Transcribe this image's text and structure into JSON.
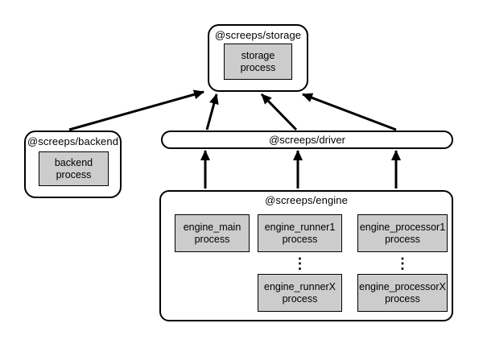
{
  "diagram": {
    "nodes": {
      "storage": {
        "title": "@screeps/storage",
        "process": "storage\nprocess"
      },
      "backend": {
        "title": "@screeps/backend",
        "process": "backend\nprocess"
      },
      "driver": {
        "title": "@screeps/driver"
      },
      "engine": {
        "title": "@screeps/engine",
        "processes": {
          "main": "engine_main\nprocess",
          "runner1": "engine_runner1\nprocess",
          "runnerX": "engine_runnerX\nprocess",
          "processor1": "engine_processor1\nprocess",
          "processorX": "engine_processorX\nprocess"
        },
        "ellipsis": "⋮"
      }
    },
    "edges": [
      {
        "from": "@screeps/backend",
        "to": "@screeps/storage"
      },
      {
        "from": "@screeps/driver",
        "to": "@screeps/storage"
      },
      {
        "from": "@screeps/driver",
        "to": "@screeps/storage"
      },
      {
        "from": "@screeps/driver",
        "to": "@screeps/storage"
      },
      {
        "from": "@screeps/engine",
        "to": "@screeps/driver"
      },
      {
        "from": "@screeps/engine",
        "to": "@screeps/driver"
      },
      {
        "from": "@screeps/engine",
        "to": "@screeps/driver"
      }
    ],
    "colors": {
      "background": "#ffffff",
      "node_fill": "#ffffff",
      "process_fill": "#cccccc",
      "line": "#000000"
    }
  }
}
